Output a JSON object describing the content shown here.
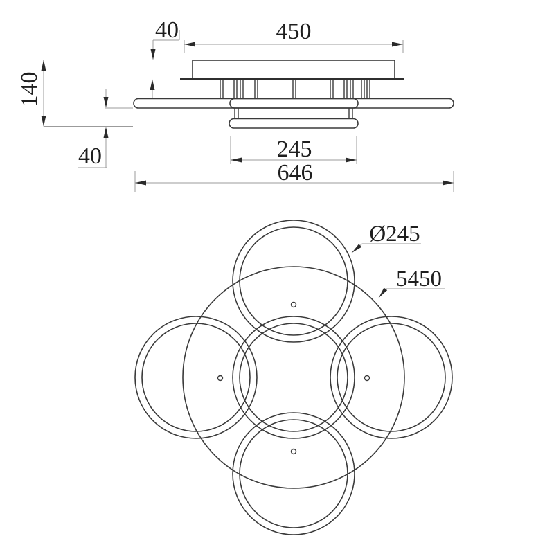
{
  "colors": {
    "object_line": "#3a3a3a",
    "dimension_line": "#9b9b9b",
    "text": "#1e1e1e",
    "background": "#ffffff"
  },
  "side": {
    "dim40_top": "40",
    "dim450": "450",
    "dim140": "140",
    "dim40_bottom": "40",
    "dim245": "245",
    "dim646": "646"
  },
  "plan": {
    "ring_diameter_label": "Ø245",
    "plate_label": "5450"
  }
}
